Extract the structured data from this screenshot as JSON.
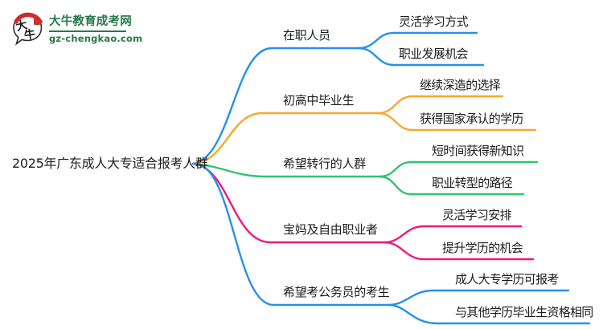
{
  "logo": {
    "icon": "daniu-speech-bubble-logo",
    "title": "大牛教育成考网",
    "subtitle": "gz-chengkao.com",
    "brand_color": "#27794a",
    "accent_red": "#cf2b28"
  },
  "mindmap": {
    "root": {
      "label": "2025年广东成人大专适合报考人群"
    },
    "branches": [
      {
        "label": "在职人员",
        "color": "#2590f2",
        "children": [
          {
            "label": "灵活学习方式"
          },
          {
            "label": "职业发展机会"
          }
        ]
      },
      {
        "label": "初高中毕业生",
        "color": "#f9a72b",
        "children": [
          {
            "label": "继续深造的选择"
          },
          {
            "label": "获得国家承认的学历"
          }
        ]
      },
      {
        "label": "希望转行的人群",
        "color": "#2fc56f",
        "children": [
          {
            "label": "短时间获得新知识"
          },
          {
            "label": "职业转型的路径"
          }
        ]
      },
      {
        "label": "宝妈及自由职业者",
        "color": "#f0197d",
        "children": [
          {
            "label": "灵活学习安排"
          },
          {
            "label": "提升学历的机会"
          }
        ]
      },
      {
        "label": "希望考公务员的考生",
        "color": "#2590f2",
        "children": [
          {
            "label": "成人大专学历可报考"
          },
          {
            "label": "与其他学历毕业生资格相同"
          }
        ]
      }
    ]
  }
}
